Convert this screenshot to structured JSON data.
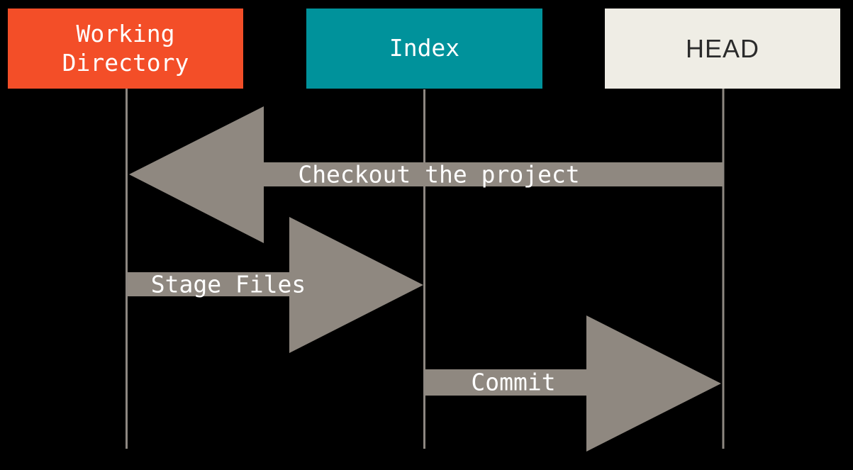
{
  "colors": {
    "background": "#000000",
    "working_directory_box": "#F34E28",
    "index_box": "#00929B",
    "head_box": "#EFEDE5",
    "arrow": "#8F8880",
    "lifeline": "#8D8781",
    "box_label_light": "#FFFFFF",
    "head_label_dark": "#2B2B2B"
  },
  "nodes": [
    {
      "id": "working-directory",
      "label": "Working Directory"
    },
    {
      "id": "index",
      "label": "Index"
    },
    {
      "id": "head",
      "label": "HEAD"
    }
  ],
  "arrows": [
    {
      "id": "checkout",
      "label": "Checkout the project",
      "from": "head",
      "to": "working-directory",
      "direction": "left"
    },
    {
      "id": "stage",
      "label": "Stage Files",
      "from": "working-directory",
      "to": "index",
      "direction": "right"
    },
    {
      "id": "commit",
      "label": "Commit",
      "from": "index",
      "to": "head",
      "direction": "right"
    }
  ]
}
